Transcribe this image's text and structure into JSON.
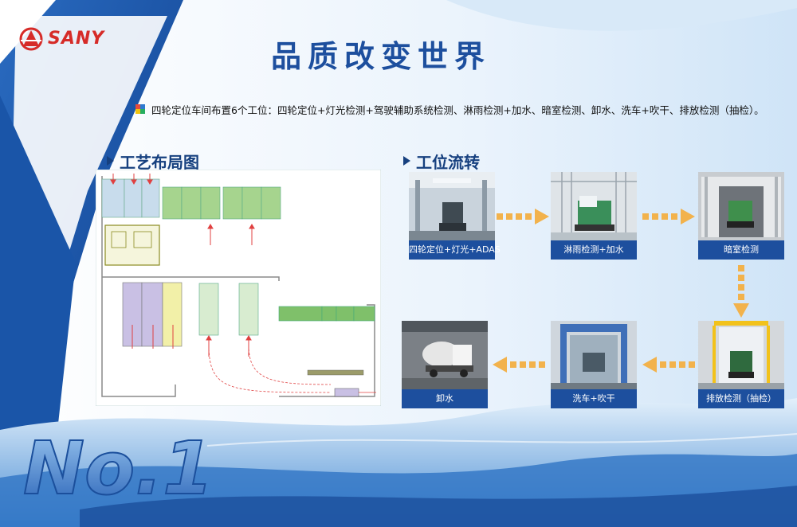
{
  "brand": {
    "name": "SANY"
  },
  "title": "品质改变世界",
  "description": "四轮定位车间布置6个工位：四轮定位+灯光检测+驾驶辅助系统检测、淋雨检测+加水、暗室检测、卸水、洗车+吹干、排放检测（抽检）。",
  "sections": {
    "layout_title": "工艺布局图",
    "flow_title": "工位流转"
  },
  "stations": [
    {
      "label": "四轮定位+灯光+ADAS"
    },
    {
      "label": "淋雨检测+加水"
    },
    {
      "label": "暗室检测"
    },
    {
      "label": "排放检测（抽检）"
    },
    {
      "label": "洗车+吹干"
    },
    {
      "label": "卸水"
    }
  ],
  "badge": {
    "text": "No.1"
  },
  "colors": {
    "primary": "#1d4f9e",
    "brand_red": "#d62b28",
    "arrow": "#f2b24c",
    "green_box": "#a6d48e",
    "purple_box": "#c9c0e4",
    "yellow_box": "#f2f0a8"
  }
}
